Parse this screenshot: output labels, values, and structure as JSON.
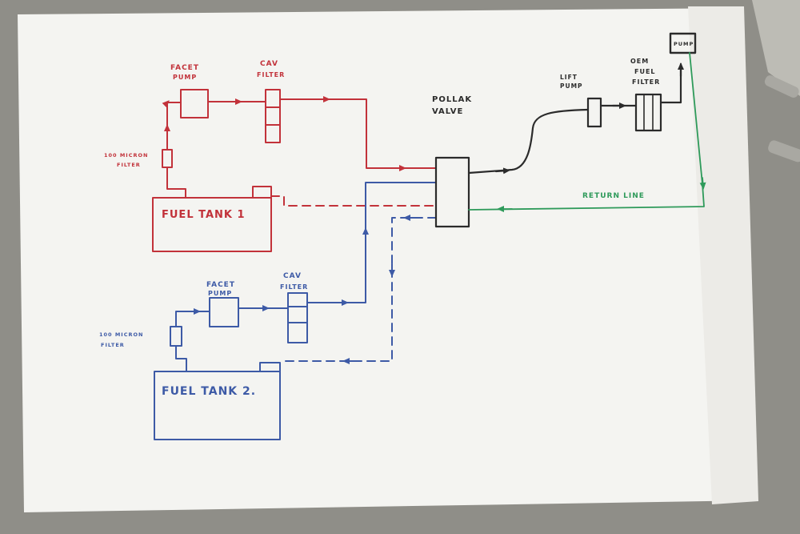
{
  "colors": {
    "red_system": "#c2323a",
    "blue_system": "#3d5aa6",
    "black_system": "#2b2b2b",
    "return_line": "#2e9a5a",
    "paper": "#f4f4f1",
    "desk": "#8f8e88"
  },
  "labels": {
    "facet_pump_1": [
      "FACET",
      "PUMP"
    ],
    "cav_filter_1": [
      "CAV",
      "FILTER"
    ],
    "micron_filter_1": [
      "100 MICRON",
      "FILTER"
    ],
    "fuel_tank_1": "FUEL TANK 1",
    "facet_pump_2": [
      "FACET",
      "PUMP"
    ],
    "cav_filter_2": [
      "CAV",
      "FILTER"
    ],
    "micron_filter_2": [
      "100 MICRON",
      "FILTER"
    ],
    "fuel_tank_2": "FUEL TANK 2.",
    "pollak_valve": [
      "POLLAK",
      "VALVE"
    ],
    "lift_pump": [
      "LIFT",
      "PUMP"
    ],
    "oem_fuel_filter": [
      "OEM",
      "FUEL",
      "FILTER"
    ],
    "pump": "PUMP",
    "return_line": "RETURN LINE"
  }
}
